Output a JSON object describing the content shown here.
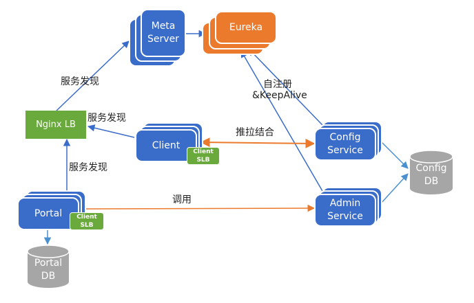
{
  "diagram": {
    "nodes": {
      "meta_server": {
        "line1": "Meta",
        "line2": "Server"
      },
      "eureka": {
        "label": "Eureka"
      },
      "nginx_lb": {
        "label": "Nginx LB"
      },
      "client": {
        "label": "Client"
      },
      "client_slb": {
        "line1": "Client",
        "line2": "SLB"
      },
      "portal": {
        "label": "Portal"
      },
      "portal_slb": {
        "line1": "Client",
        "line2": "SLB"
      },
      "config_service": {
        "line1": "Config",
        "line2": "Service"
      },
      "admin_service": {
        "line1": "Admin",
        "line2": "Service"
      },
      "config_db": {
        "line1": "Config",
        "line2": "DB"
      },
      "portal_db": {
        "line1": "Portal",
        "line2": "DB"
      }
    },
    "edge_labels": {
      "nginx_to_meta": "服务发现",
      "client_to_nginx": "服务发现",
      "portal_to_nginx": "服务发现",
      "register_line1": "自注册",
      "register_line2": "&KeepAlive",
      "push_pull": "推拉结合",
      "invoke": "调用"
    },
    "colors": {
      "service_blue": "#3a6cc9",
      "eureka_orange": "#ec7a2d",
      "lb_green": "#6aa93b",
      "db_gray": "#a6a6a6",
      "arrow_blue": "#3a6cc9",
      "arrow_light_blue": "#4a90d0",
      "arrow_orange": "#ec7a2d"
    }
  }
}
